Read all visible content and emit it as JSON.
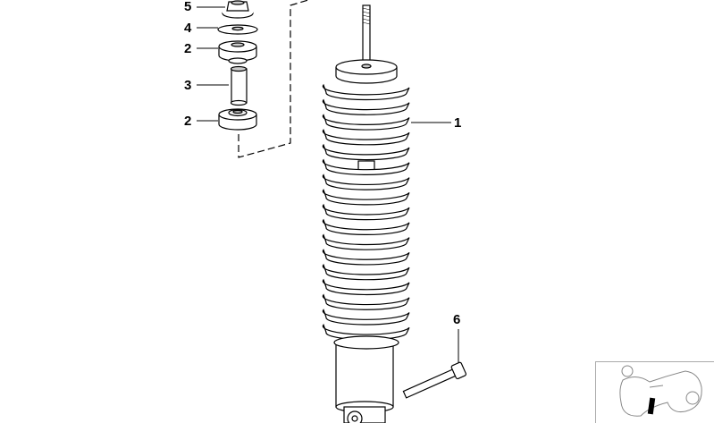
{
  "callouts": {
    "c1": "1",
    "c2a": "2",
    "c2b": "2",
    "c3": "3",
    "c4": "4",
    "c5": "5",
    "c6": "6"
  },
  "diagram": {
    "spring_coils": 17,
    "line_color": "#000000",
    "fill_color": "#ffffff"
  }
}
